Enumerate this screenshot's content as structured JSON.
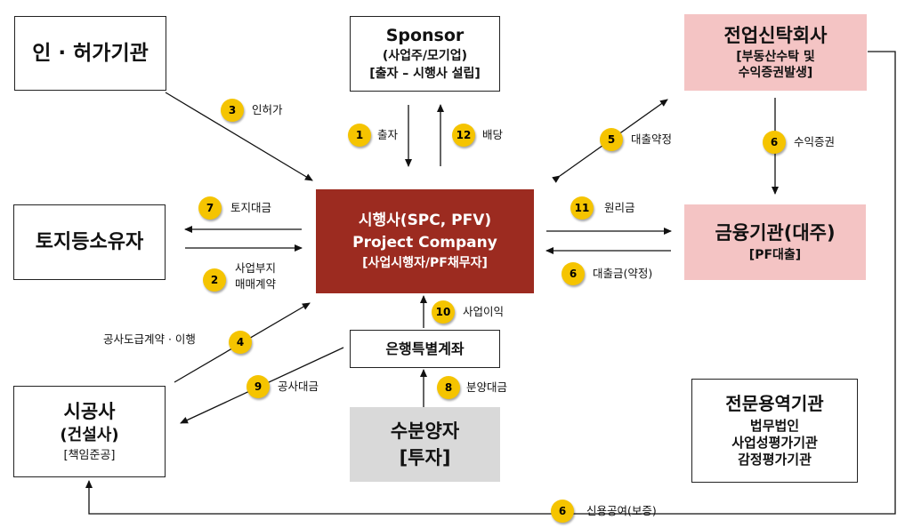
{
  "nodes": {
    "permit_agency": {
      "line1": "인 · 허가기관"
    },
    "sponsor": {
      "line1": "Sponsor",
      "line2": "(사업주/모기업)",
      "line3": "[출자 – 시행사 설립]"
    },
    "trust_company": {
      "line1": "전업신탁회사",
      "line2": "[부동산수탁 및",
      "line3": "수익증권발생]"
    },
    "landowner": {
      "line1": "토지등소유자"
    },
    "spc": {
      "line1": "시행사(SPC, PFV)",
      "line2": "Project Company",
      "line3": "[사업시행자/PF채무자]"
    },
    "financial_institution": {
      "line1": "금융기관(대주)",
      "line2": "[PF대출]"
    },
    "escrow_account": {
      "line1": "은행특별계좌"
    },
    "contractor": {
      "line1": "시공사",
      "line2": "(건설사)",
      "line3": "[책임준공]"
    },
    "buyers": {
      "line1": "수분양자",
      "line2": "[투자]"
    },
    "professional_services": {
      "line1": "전문용역기관",
      "line2": "법무법인",
      "line3": "사업성평가기관",
      "line4": "감정평가기관"
    }
  },
  "edges": [
    {
      "id": "permit",
      "num": "3",
      "label": "인허가"
    },
    {
      "id": "investment",
      "num": "1",
      "label": "출자"
    },
    {
      "id": "dividend",
      "num": "12",
      "label": "배당"
    },
    {
      "id": "loan_agreement",
      "num": "5",
      "label": "대출약정"
    },
    {
      "id": "beneficiary_certificate",
      "num": "6",
      "label": "수익증권"
    },
    {
      "id": "land_payment",
      "num": "7",
      "label": "토지대금"
    },
    {
      "id": "land_purchase",
      "num": "2",
      "label": "사업부지",
      "label2": "매매계약"
    },
    {
      "id": "principal_interest",
      "num": "11",
      "label": "원리금"
    },
    {
      "id": "loan_amount",
      "num": "6",
      "label": "대출금(약정)"
    },
    {
      "id": "project_profit",
      "num": "10",
      "label": "사업이익"
    },
    {
      "id": "construction_contract",
      "num": "4",
      "label": "공사도급계약 · 이행"
    },
    {
      "id": "construction_payment",
      "num": "9",
      "label": "공사대금"
    },
    {
      "id": "sale_payment",
      "num": "8",
      "label": "분양대금"
    },
    {
      "id": "credit_guarantee",
      "num": "6",
      "label": "신용공여(보증)"
    }
  ],
  "colors": {
    "spc": "#9c2b20",
    "pink": "#f4c4c4",
    "grey": "#d9d9d9",
    "badge": "#f5c400"
  }
}
